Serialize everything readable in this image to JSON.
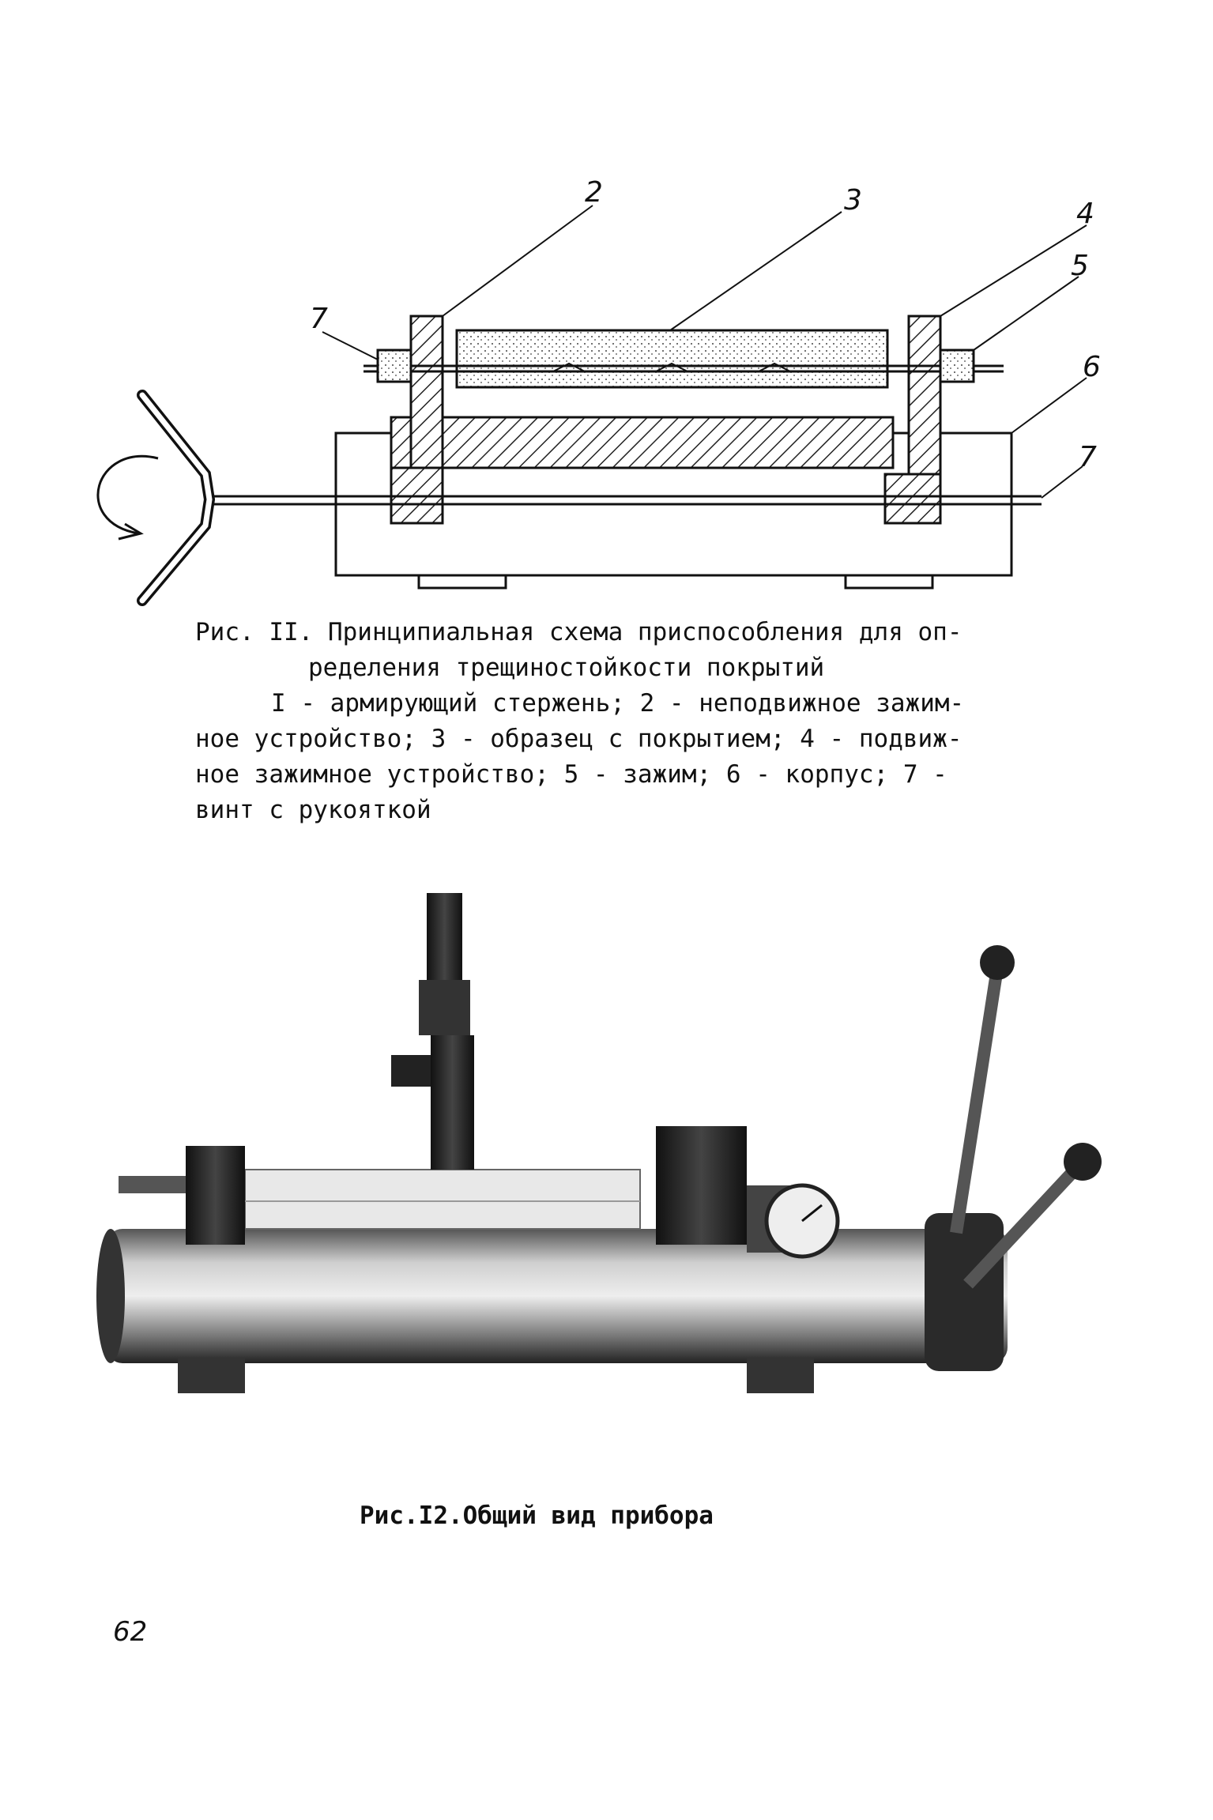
{
  "figure11": {
    "callouts": [
      "2",
      "3",
      "4",
      "5",
      "6",
      "7",
      "7"
    ],
    "caption_lines": [
      "Рис. II. Принципиальная схема приспособления для оп-",
      "ределения трещиностойкости покрытий",
      "I - армирующий стержень; 2 - неподвижное зажим-",
      "ное устройство; 3 - образец с покрытием; 4 - подвиж-",
      "ное зажимное устройство; 5 - зажим; 6 - корпус;  7 -",
      "винт с рукояткой"
    ]
  },
  "figure12": {
    "caption": "Рис.I2.Общий вид прибора"
  },
  "page_number": "62"
}
